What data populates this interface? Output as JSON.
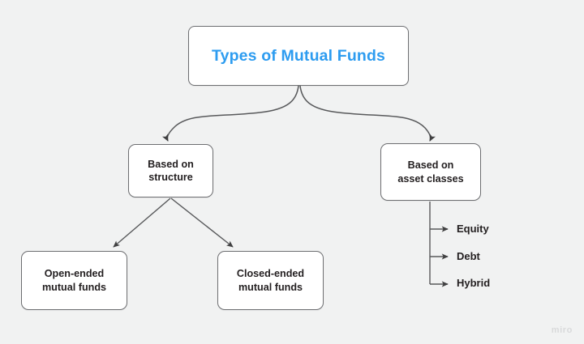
{
  "canvas": {
    "background_color": "#f1f2f2",
    "watermark": "miro"
  },
  "diagram": {
    "type": "tree",
    "title_node": {
      "label": "Types of Mutual Funds",
      "text_color": "#2d9cf0",
      "fill_color": "#ffffff",
      "border_color": "#6d6e71"
    },
    "branches": [
      {
        "label": "Based on\nstructure",
        "children": [
          {
            "label": "Open-ended\nmutual funds"
          },
          {
            "label": "Closed-ended\nmutual funds"
          }
        ]
      },
      {
        "label": "Based on\nasset classes",
        "children": [
          {
            "label": "Equity"
          },
          {
            "label": "Debt"
          },
          {
            "label": "Hybrid"
          }
        ]
      }
    ],
    "node_text_color": "#231f20",
    "connector_color": "#58595b"
  }
}
